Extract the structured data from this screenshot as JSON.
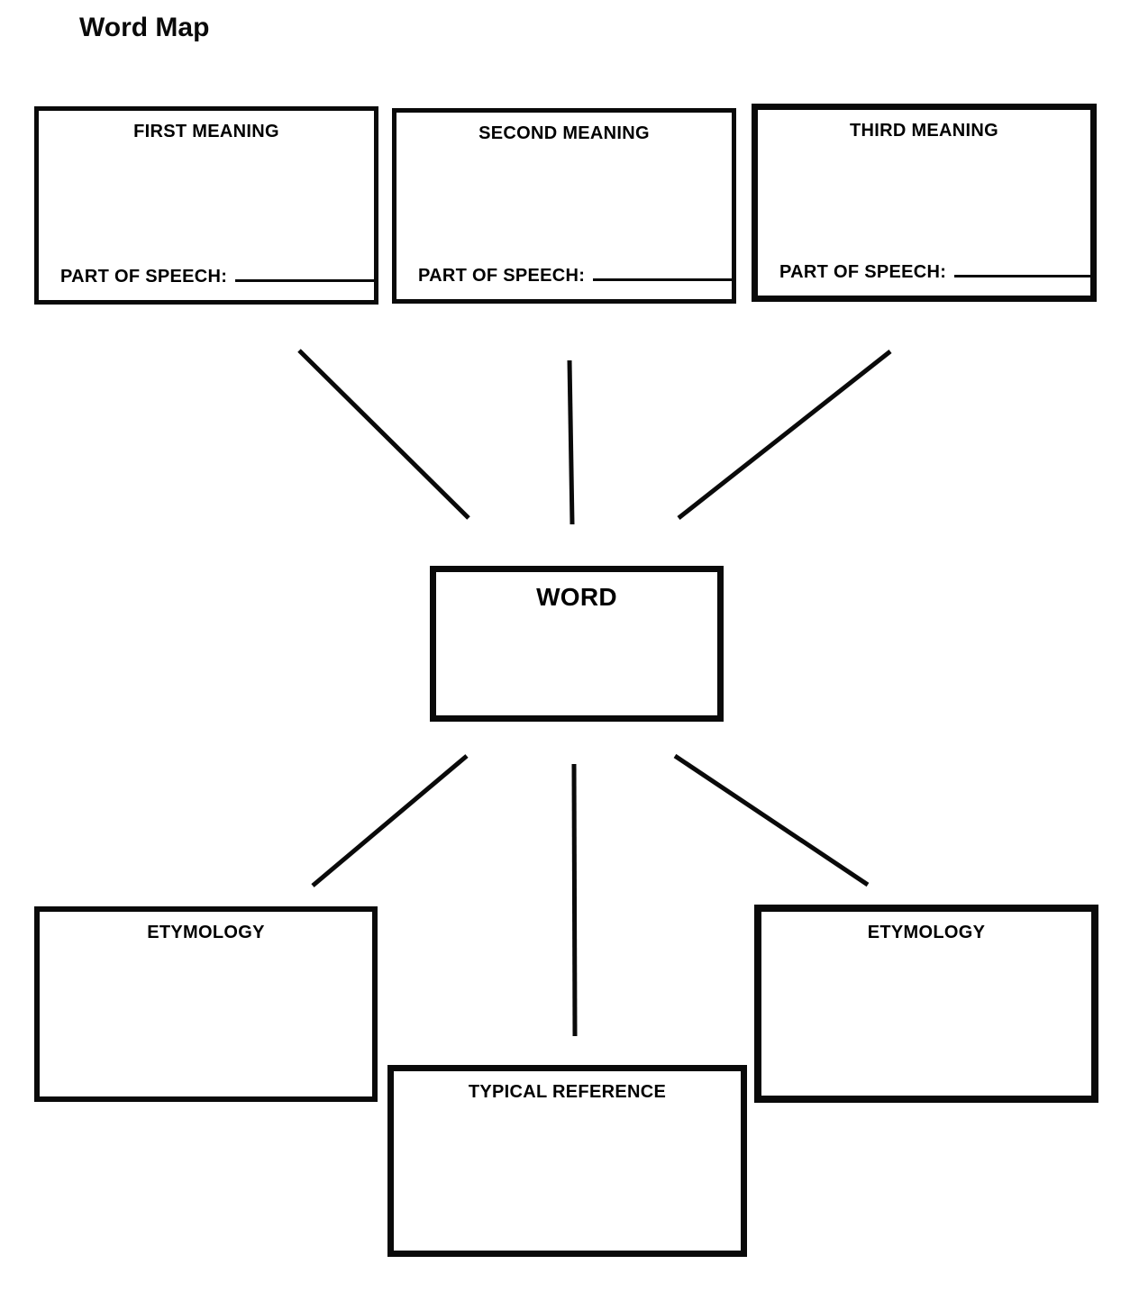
{
  "title": "Word Map",
  "diagram": {
    "center": {
      "label": "WORD"
    },
    "meaning_boxes": [
      {
        "label": "FIRST MEANING",
        "field_label": "PART OF SPEECH:"
      },
      {
        "label": "SECOND MEANING",
        "field_label": "PART OF SPEECH:"
      },
      {
        "label": "THIRD MEANING",
        "field_label": "PART OF SPEECH:"
      }
    ],
    "etymology_left": {
      "label": "ETYMOLOGY"
    },
    "etymology_right": {
      "label": "ETYMOLOGY"
    },
    "typical_reference": {
      "label": "TYPICAL REFERENCE"
    }
  },
  "colors": {
    "background": "#ffffff",
    "line": "#0a0a0a",
    "text": "#000000"
  }
}
